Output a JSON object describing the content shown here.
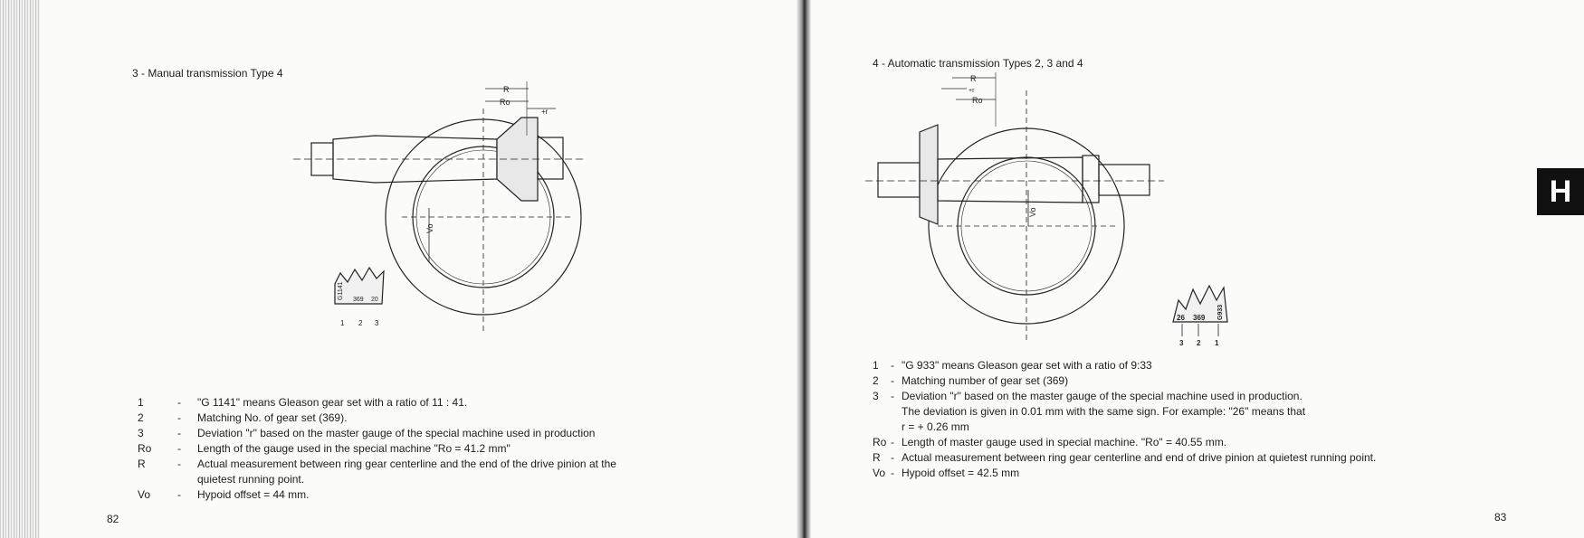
{
  "left_page": {
    "heading": "3 - Manual transmission Type 4",
    "tooth_numbers": [
      "1",
      "2",
      "3"
    ],
    "tooth_marks": {
      "code": "G1141",
      "mid": "369",
      "right": "20"
    },
    "dim_labels": {
      "r": "R",
      "ro": "Ro",
      "rr": "+r",
      "vo": "Vo"
    },
    "legend": [
      {
        "key": "1",
        "lines": [
          "\"G 1141\" means Gleason gear set with a ratio of 11 : 41."
        ]
      },
      {
        "key": "2",
        "lines": [
          "Matching No. of gear set (369)."
        ]
      },
      {
        "key": "3",
        "lines": [
          "Deviation \"r\" based on the master gauge of the special machine used in production"
        ]
      },
      {
        "key": "Ro",
        "lines": [
          "Length of the gauge used in the special machine \"Ro = 41.2 mm\""
        ]
      },
      {
        "key": "R",
        "lines": [
          "Actual measurement between ring gear centerline and the end of the drive pinion at the",
          "quietest running point."
        ]
      },
      {
        "key": "Vo",
        "lines": [
          "Hypoid offset = 44 mm."
        ]
      }
    ],
    "page_number": "82"
  },
  "right_page": {
    "heading": "4 - Automatic transmission Types 2, 3 and 4",
    "tooth_numbers": [
      "3",
      "2",
      "1"
    ],
    "tooth_marks": {
      "left": "26",
      "mid": "369",
      "code": "G933"
    },
    "dim_labels": {
      "r": "R",
      "ro": "Ro",
      "rr": "+r",
      "vo": "Vo"
    },
    "legend": [
      {
        "key": "1",
        "lines": [
          "\"G 933\" means Gleason gear set with a ratio of 9:33"
        ]
      },
      {
        "key": "2",
        "lines": [
          "Matching number of gear set (369)"
        ]
      },
      {
        "key": "3",
        "lines": [
          "Deviation \"r\" based on the master gauge of the special machine used in production.",
          "The deviation is given in 0.01 mm with the same sign. For example: \"26\" means that",
          "r = + 0.26 mm"
        ]
      },
      {
        "key": "Ro",
        "lines": [
          "Length of master gauge used in special machine. \"Ro\" = 40.55 mm."
        ]
      },
      {
        "key": "R",
        "lines": [
          "Actual measurement between ring gear centerline and end of drive pinion at quietest running point."
        ]
      },
      {
        "key": "Vo",
        "lines": [
          "Hypoid offset = 42.5 mm"
        ]
      }
    ],
    "page_number": "83",
    "tab_label": "H"
  }
}
